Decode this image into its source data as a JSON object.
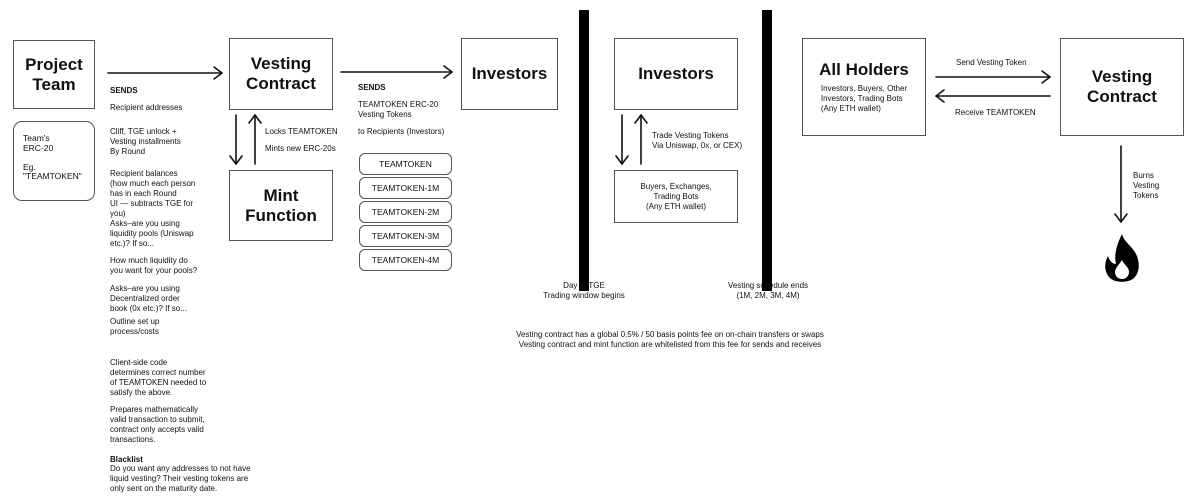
{
  "boxes": {
    "project_team": "Project\nTeam",
    "vesting_contract_1": "Vesting\nContract",
    "investors_1": "Investors",
    "investors_2": "Investors",
    "mint_function": "Mint\nFunction",
    "all_holders": "All Holders",
    "all_holders_sub": "Investors, Buyers, Other\nInvestors, Trading Bots\n(Any ETH wallet)",
    "vesting_contract_2": "Vesting\nContract",
    "buyers_box": "Buyers, Exchanges,\nTrading Bots\n(Any ETH wallet)",
    "team_token": "Team's\nERC-20\n\nEg.\n\"TEAMTOKEN\""
  },
  "sends_1": {
    "heading": "SENDS",
    "recipient_addresses": "Recipient addresses",
    "cliff": "Cliff, TGE unlock +\nVesting installments\nBy Round",
    "balances": "Recipient balances\n(how much each person\nhas in each Round\nUI — subtracts TGE for\nyou)",
    "asks_lp": "Asks–are you using\nliquidity pools (Uniswap\netc.)? If so...",
    "liquidity": "How much liquidity do\nyou want for your pools?",
    "asks_dex": "Asks–are you using\nDecentralized order\nbook (0x etc.)? If so...",
    "outline": "Outline set up\nprocess/costs",
    "client_code": "Client-side code\ndetermines correct number\nof TEAMTOKEN needed to\nsatisfy the above.",
    "prepares": "Prepares mathematically\nvalid transaction to submit,\ncontract only accepts valid\ntransactions.",
    "blacklist_heading": "Blacklist",
    "blacklist": "Do you want any addresses to not have\nliquid vesting? Their vesting tokens are\nonly sent on the maturity date."
  },
  "mint_labels": {
    "locks": "Locks TEAMTOKEN",
    "mints": "Mints new ERC-20s"
  },
  "sends_2": {
    "heading": "SENDS",
    "tokens": "TEAMTOKEN ERC-20\nVesting Tokens",
    "to": "to Recipients (Investors)"
  },
  "tokens": [
    "TEAMTOKEN",
    "TEAMTOKEN-1M",
    "TEAMTOKEN-2M",
    "TEAMTOKEN-3M",
    "TEAMTOKEN-4M"
  ],
  "trade_label": "Trade Vesting Tokens\nVia Uniswap, 0x, or CEX)",
  "timeline": {
    "day1": "Day 1, TGE\nTrading window begins",
    "vesting_end": "Vesting schedule ends\n(1M, 2M, 3M, 4M)"
  },
  "send_vesting_token": "Send Vesting Token",
  "receive_teamtoken": "Receive TEAMTOKEN",
  "burns": "Burns\nVesting\nTokens",
  "fire_icon": "fire-icon",
  "fee_note": "Vesting contract has a global 0.5% / 50 basis points fee on on-chain transfers or swaps\nVesting contract and mint function are whitelisted from this fee for sends and receives"
}
